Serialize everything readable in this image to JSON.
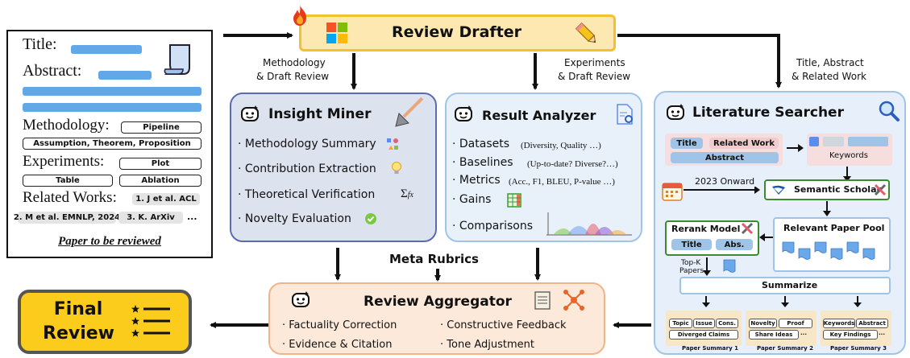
{
  "paper": {
    "title_label": "Title:",
    "abstract_label": "Abstract:",
    "methodology_label": "Methodology:",
    "pipeline": "Pipeline",
    "assumption": "Assumption, Theorem, Proposition",
    "experiments_label": "Experiments:",
    "plot": "Plot",
    "table": "Table",
    "ablation": "Ablation",
    "related_label": "Related Works:",
    "ref1": "1. J et al. ACL",
    "ref2": "2. M et al. EMNLP, 2024",
    "ref3": "3. K. ArXiv",
    "ellipsis": "...",
    "caption": "Paper to be reviewed"
  },
  "drafter": {
    "title": "Review Drafter"
  },
  "edges": {
    "methodology": [
      "Methodology",
      "& Draft Review"
    ],
    "experiments": [
      "Experiments",
      "& Draft Review"
    ],
    "literature": [
      "Title, Abstract",
      "& Related Work"
    ],
    "meta": "Meta Rubrics"
  },
  "insight": {
    "title": "Insight Miner",
    "items": [
      "· Methodology Summary",
      "· Contribution Extraction",
      "· Theoretical Verification",
      "· Novelty Evaluation"
    ]
  },
  "result": {
    "title": "Result Analyzer",
    "datasets": "· Datasets",
    "datasets_note": "(Diversity, Quality …)",
    "baselines": "· Baselines",
    "baselines_note": "(Up-to-date? Diverse?…)",
    "metrics": "· Metrics",
    "metrics_note": "(Acc., F1, BLEU, P-value …)",
    "gains": "· Gains",
    "comparisons": "· Comparisons"
  },
  "literature": {
    "title": "Literature Searcher",
    "title_tag": "Title",
    "related_tag": "Related Work",
    "abstract_tag": "Abstract",
    "keywords": "Keywords",
    "onward": "2023 Onward",
    "scholar": "Semantic Scholar",
    "rerank": "Rerank Model",
    "rerank_title": "Title",
    "rerank_abs": "Abs.",
    "pool": "Relevant Paper Pool",
    "topk": [
      "Top-K",
      "Papers"
    ],
    "summarize": "Summarize",
    "summaries": [
      {
        "tags": [
          "Topic",
          "Issue",
          "Cons."
        ],
        "sub": "Diverged Claims",
        "caption": "Paper Summary 1"
      },
      {
        "tags": [
          "Novelty",
          "Proof"
        ],
        "sub": "Share Ideas",
        "caption": "Paper Summary 2"
      },
      {
        "tags": [
          "Keywords",
          "Abstract"
        ],
        "sub": "Key Findings",
        "caption": "Paper Summary 3"
      }
    ],
    "dots": "..."
  },
  "aggregator": {
    "title": "Review Aggregator",
    "items": [
      "· Factuality Correction",
      "· Constructive Feedback",
      "· Evidence & Citation",
      "· Tone Adjustment"
    ]
  },
  "final": {
    "line1": "Final",
    "line2": "Review"
  }
}
